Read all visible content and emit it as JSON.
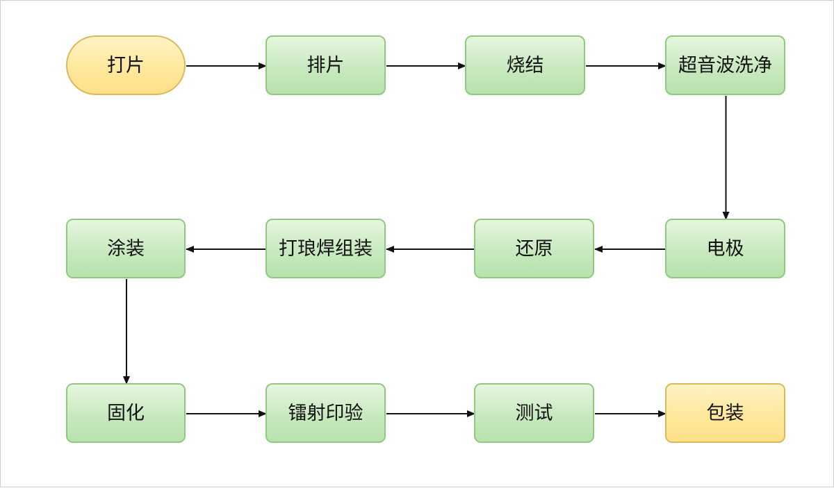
{
  "nodes": {
    "n1": {
      "label": "打片",
      "kind": "terminal"
    },
    "n2": {
      "label": "排片",
      "kind": "process"
    },
    "n3": {
      "label": "烧结",
      "kind": "process"
    },
    "n4": {
      "label": "超音波洗净",
      "kind": "process"
    },
    "n5": {
      "label": "电极",
      "kind": "process"
    },
    "n6": {
      "label": "还原",
      "kind": "process"
    },
    "n7": {
      "label": "打琅焊组装",
      "kind": "process"
    },
    "n8": {
      "label": "涂装",
      "kind": "process"
    },
    "n9": {
      "label": "固化",
      "kind": "process"
    },
    "n10": {
      "label": "镭射印验",
      "kind": "process"
    },
    "n11": {
      "label": "测试",
      "kind": "process"
    },
    "n12": {
      "label": "包装",
      "kind": "terminal"
    }
  },
  "edges": [
    {
      "from": "n1",
      "to": "n2"
    },
    {
      "from": "n2",
      "to": "n3"
    },
    {
      "from": "n3",
      "to": "n4"
    },
    {
      "from": "n4",
      "to": "n5"
    },
    {
      "from": "n5",
      "to": "n6"
    },
    {
      "from": "n6",
      "to": "n7"
    },
    {
      "from": "n7",
      "to": "n8"
    },
    {
      "from": "n8",
      "to": "n9"
    },
    {
      "from": "n9",
      "to": "n10"
    },
    {
      "from": "n10",
      "to": "n11"
    },
    {
      "from": "n11",
      "to": "n12"
    }
  ],
  "colors": {
    "process_fill": "#c8e9bf",
    "process_border": "#8fc97f",
    "terminal_fill": "#ffe79a",
    "terminal_border": "#d9b95b",
    "arrow": "#111111"
  }
}
